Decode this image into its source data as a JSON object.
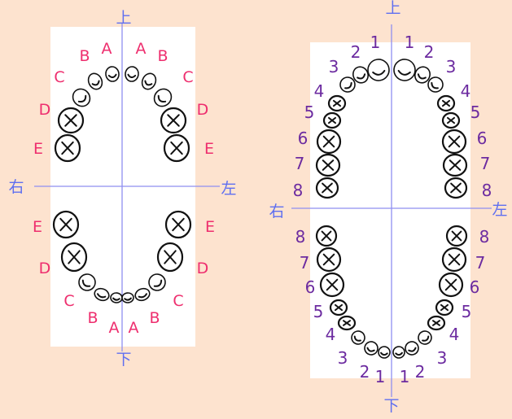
{
  "primary": {
    "axis": {
      "top": "上",
      "bottom": "下",
      "left": "右",
      "right": "左"
    },
    "teeth_upper": [
      "E",
      "D",
      "C",
      "B",
      "A",
      "A",
      "B",
      "C",
      "D",
      "E"
    ],
    "teeth_lower": [
      "E",
      "D",
      "C",
      "B",
      "A",
      "A",
      "B",
      "C",
      "D",
      "E"
    ]
  },
  "permanent": {
    "axis": {
      "top": "上",
      "bottom": "下",
      "left": "右",
      "right": "左"
    },
    "teeth_upper": [
      "8",
      "7",
      "6",
      "5",
      "4",
      "3",
      "2",
      "1",
      "1",
      "2",
      "3",
      "4",
      "5",
      "6",
      "7",
      "8"
    ],
    "teeth_lower": [
      "8",
      "7",
      "6",
      "5",
      "4",
      "3",
      "2",
      "1",
      "1",
      "2",
      "3",
      "4",
      "5",
      "6",
      "7",
      "8"
    ]
  },
  "colors": {
    "background": "#fde3cf",
    "primary_label": "#ee2e6e",
    "permanent_label": "#6c2ba0",
    "axis": "#5f6ff0"
  }
}
